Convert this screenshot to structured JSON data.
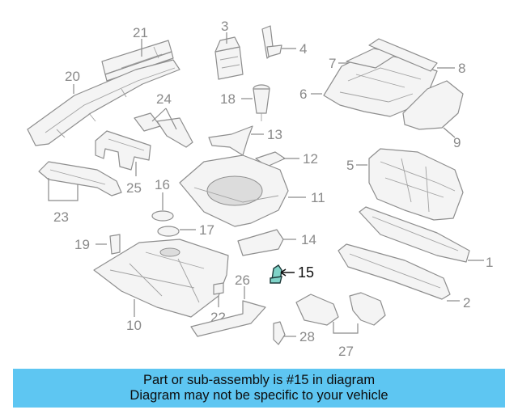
{
  "callouts": {
    "c1": "1",
    "c2": "2",
    "c3": "3",
    "c4": "4",
    "c5": "5",
    "c6": "6",
    "c7": "7",
    "c8": "8",
    "c9": "9",
    "c10": "10",
    "c11": "11",
    "c12": "12",
    "c13": "13",
    "c14": "14",
    "c15": "15",
    "c16": "16",
    "c17": "17",
    "c18": "18",
    "c19": "19",
    "c20": "20",
    "c21": "21",
    "c22": "22",
    "c23": "23",
    "c24": "24",
    "c25": "25",
    "c26": "26",
    "c27": "27",
    "c28": "28"
  },
  "highlighted_callout": "15",
  "colors": {
    "highlight_part": "#7fd3c8",
    "banner": "#5ec6f2",
    "linework": "#8e8e8e"
  },
  "banner": {
    "line1": "Part or sub-assembly is #15 in diagram",
    "line2": "Diagram may not be specific to your vehicle"
  }
}
